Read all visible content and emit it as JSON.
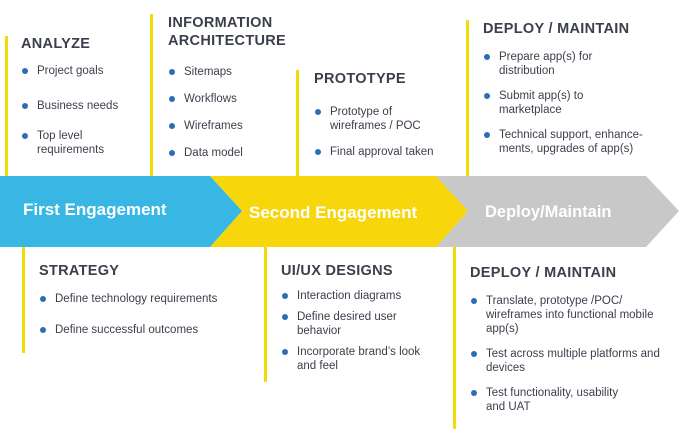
{
  "colors": {
    "stage1": "#39b7e4",
    "stage2": "#f7d70b",
    "stage3": "#c8c8c8",
    "accent_line": "#f5d90a",
    "bullet": "#2a6fb5"
  },
  "stages": [
    {
      "label": "First Engagement"
    },
    {
      "label": "Second Engagement"
    },
    {
      "label": "Deploy/Maintain"
    }
  ],
  "top": {
    "analyze": {
      "title": "ANALYZE",
      "items": [
        "Project goals",
        "Business needs",
        "Top level requirements"
      ]
    },
    "info_arch": {
      "title_line1": "INFORMATION",
      "title_line2": "ARCHITECTURE",
      "items": [
        "Sitemaps",
        "Workflows",
        "Wireframes",
        "Data model"
      ]
    },
    "prototype": {
      "title": "PROTOTYPE",
      "items": [
        "Prototype of wireframes / POC",
        "Final approval taken"
      ]
    },
    "deploy": {
      "title": "DEPLOY / MAINTAIN",
      "items": [
        "Prepare app(s) for distribution",
        "Submit app(s) to marketplace",
        "Technical support, enhance-ments, upgrades of app(s)"
      ]
    }
  },
  "bottom": {
    "strategy": {
      "title": "STRATEGY",
      "items": [
        "Define technology requirements",
        "Define successful outcomes"
      ]
    },
    "uiux": {
      "title": "UI/UX DESIGNS",
      "items": [
        "Interaction diagrams",
        "Define desired user behavior",
        "Incorporate brand’s look and feel"
      ]
    },
    "deploy": {
      "title": "DEPLOY / MAINTAIN",
      "items": [
        "Translate, prototype /POC/ wireframes into functional mobile app(s)",
        "Test across multiple platforms and devices",
        "Test functionality, usability and UAT"
      ]
    }
  }
}
